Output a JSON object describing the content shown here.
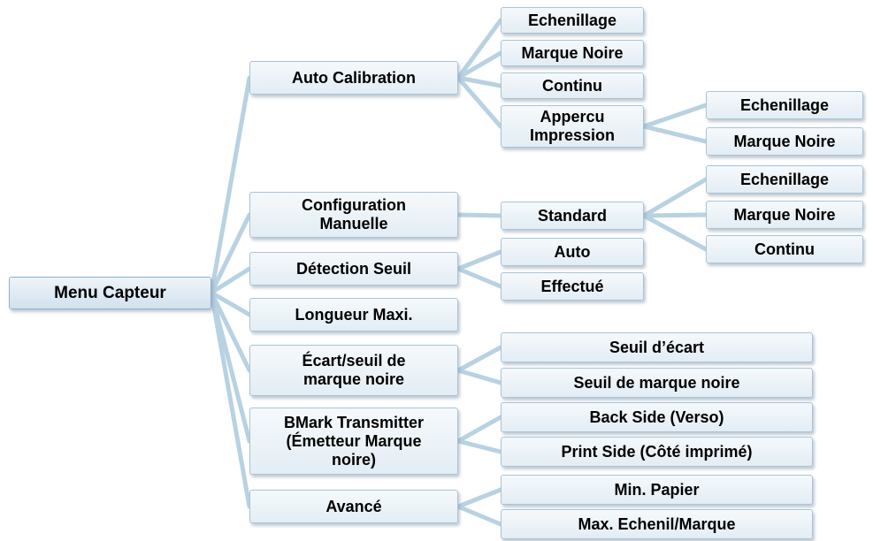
{
  "diagram": {
    "root": {
      "label": "Menu  Capteur"
    },
    "level1": [
      {
        "id": "auto-calibration",
        "label": "Auto Calibration"
      },
      {
        "id": "configuration-manuelle",
        "label": "Configuration\nManuelle"
      },
      {
        "id": "detection-seuil",
        "label": "Détection Seuil"
      },
      {
        "id": "longueur-maxi",
        "label": "Longueur Maxi."
      },
      {
        "id": "ecart-seuil",
        "label": "Écart/seuil de\nmarque noire"
      },
      {
        "id": "bmark-transmitter",
        "label": "BMark Transmitter\n(Émetteur Marque\nnoire)"
      },
      {
        "id": "avance",
        "label": "Avancé"
      }
    ],
    "level2": [
      {
        "id": "ac-echenillage",
        "label": "Echenillage"
      },
      {
        "id": "ac-marque-noire",
        "label": "Marque Noire"
      },
      {
        "id": "ac-continu",
        "label": "Continu"
      },
      {
        "id": "ac-appercu",
        "label": "Appercu\nImpression"
      },
      {
        "id": "cm-standard",
        "label": "Standard"
      },
      {
        "id": "ds-auto",
        "label": "Auto"
      },
      {
        "id": "ds-effectue",
        "label": "Effectué"
      },
      {
        "id": "es-seuil-ecart",
        "label": "Seuil d’écart"
      },
      {
        "id": "es-seuil-marque",
        "label": "Seuil de marque noire"
      },
      {
        "id": "bt-back-side",
        "label": "Back Side (Verso)"
      },
      {
        "id": "bt-print-side",
        "label": "Print Side (Côté imprimé)"
      },
      {
        "id": "av-min-papier",
        "label": "Min. Papier"
      },
      {
        "id": "av-max-echenil",
        "label": "Max. Echenil/Marque"
      }
    ],
    "level3": [
      {
        "id": "ap-echenillage",
        "label": "Echenillage"
      },
      {
        "id": "ap-marque-noire",
        "label": "Marque Noire"
      },
      {
        "id": "st-echenillage",
        "label": "Echenillage"
      },
      {
        "id": "st-marque-noire",
        "label": "Marque Noire"
      },
      {
        "id": "st-continu",
        "label": "Continu"
      }
    ],
    "colors": {
      "connector": "#b8d2e2",
      "box_border": "#a9c4d6",
      "box_fill_top": "#f5f9fc",
      "box_fill_bottom": "#e3edf4",
      "text": "#000000"
    }
  }
}
